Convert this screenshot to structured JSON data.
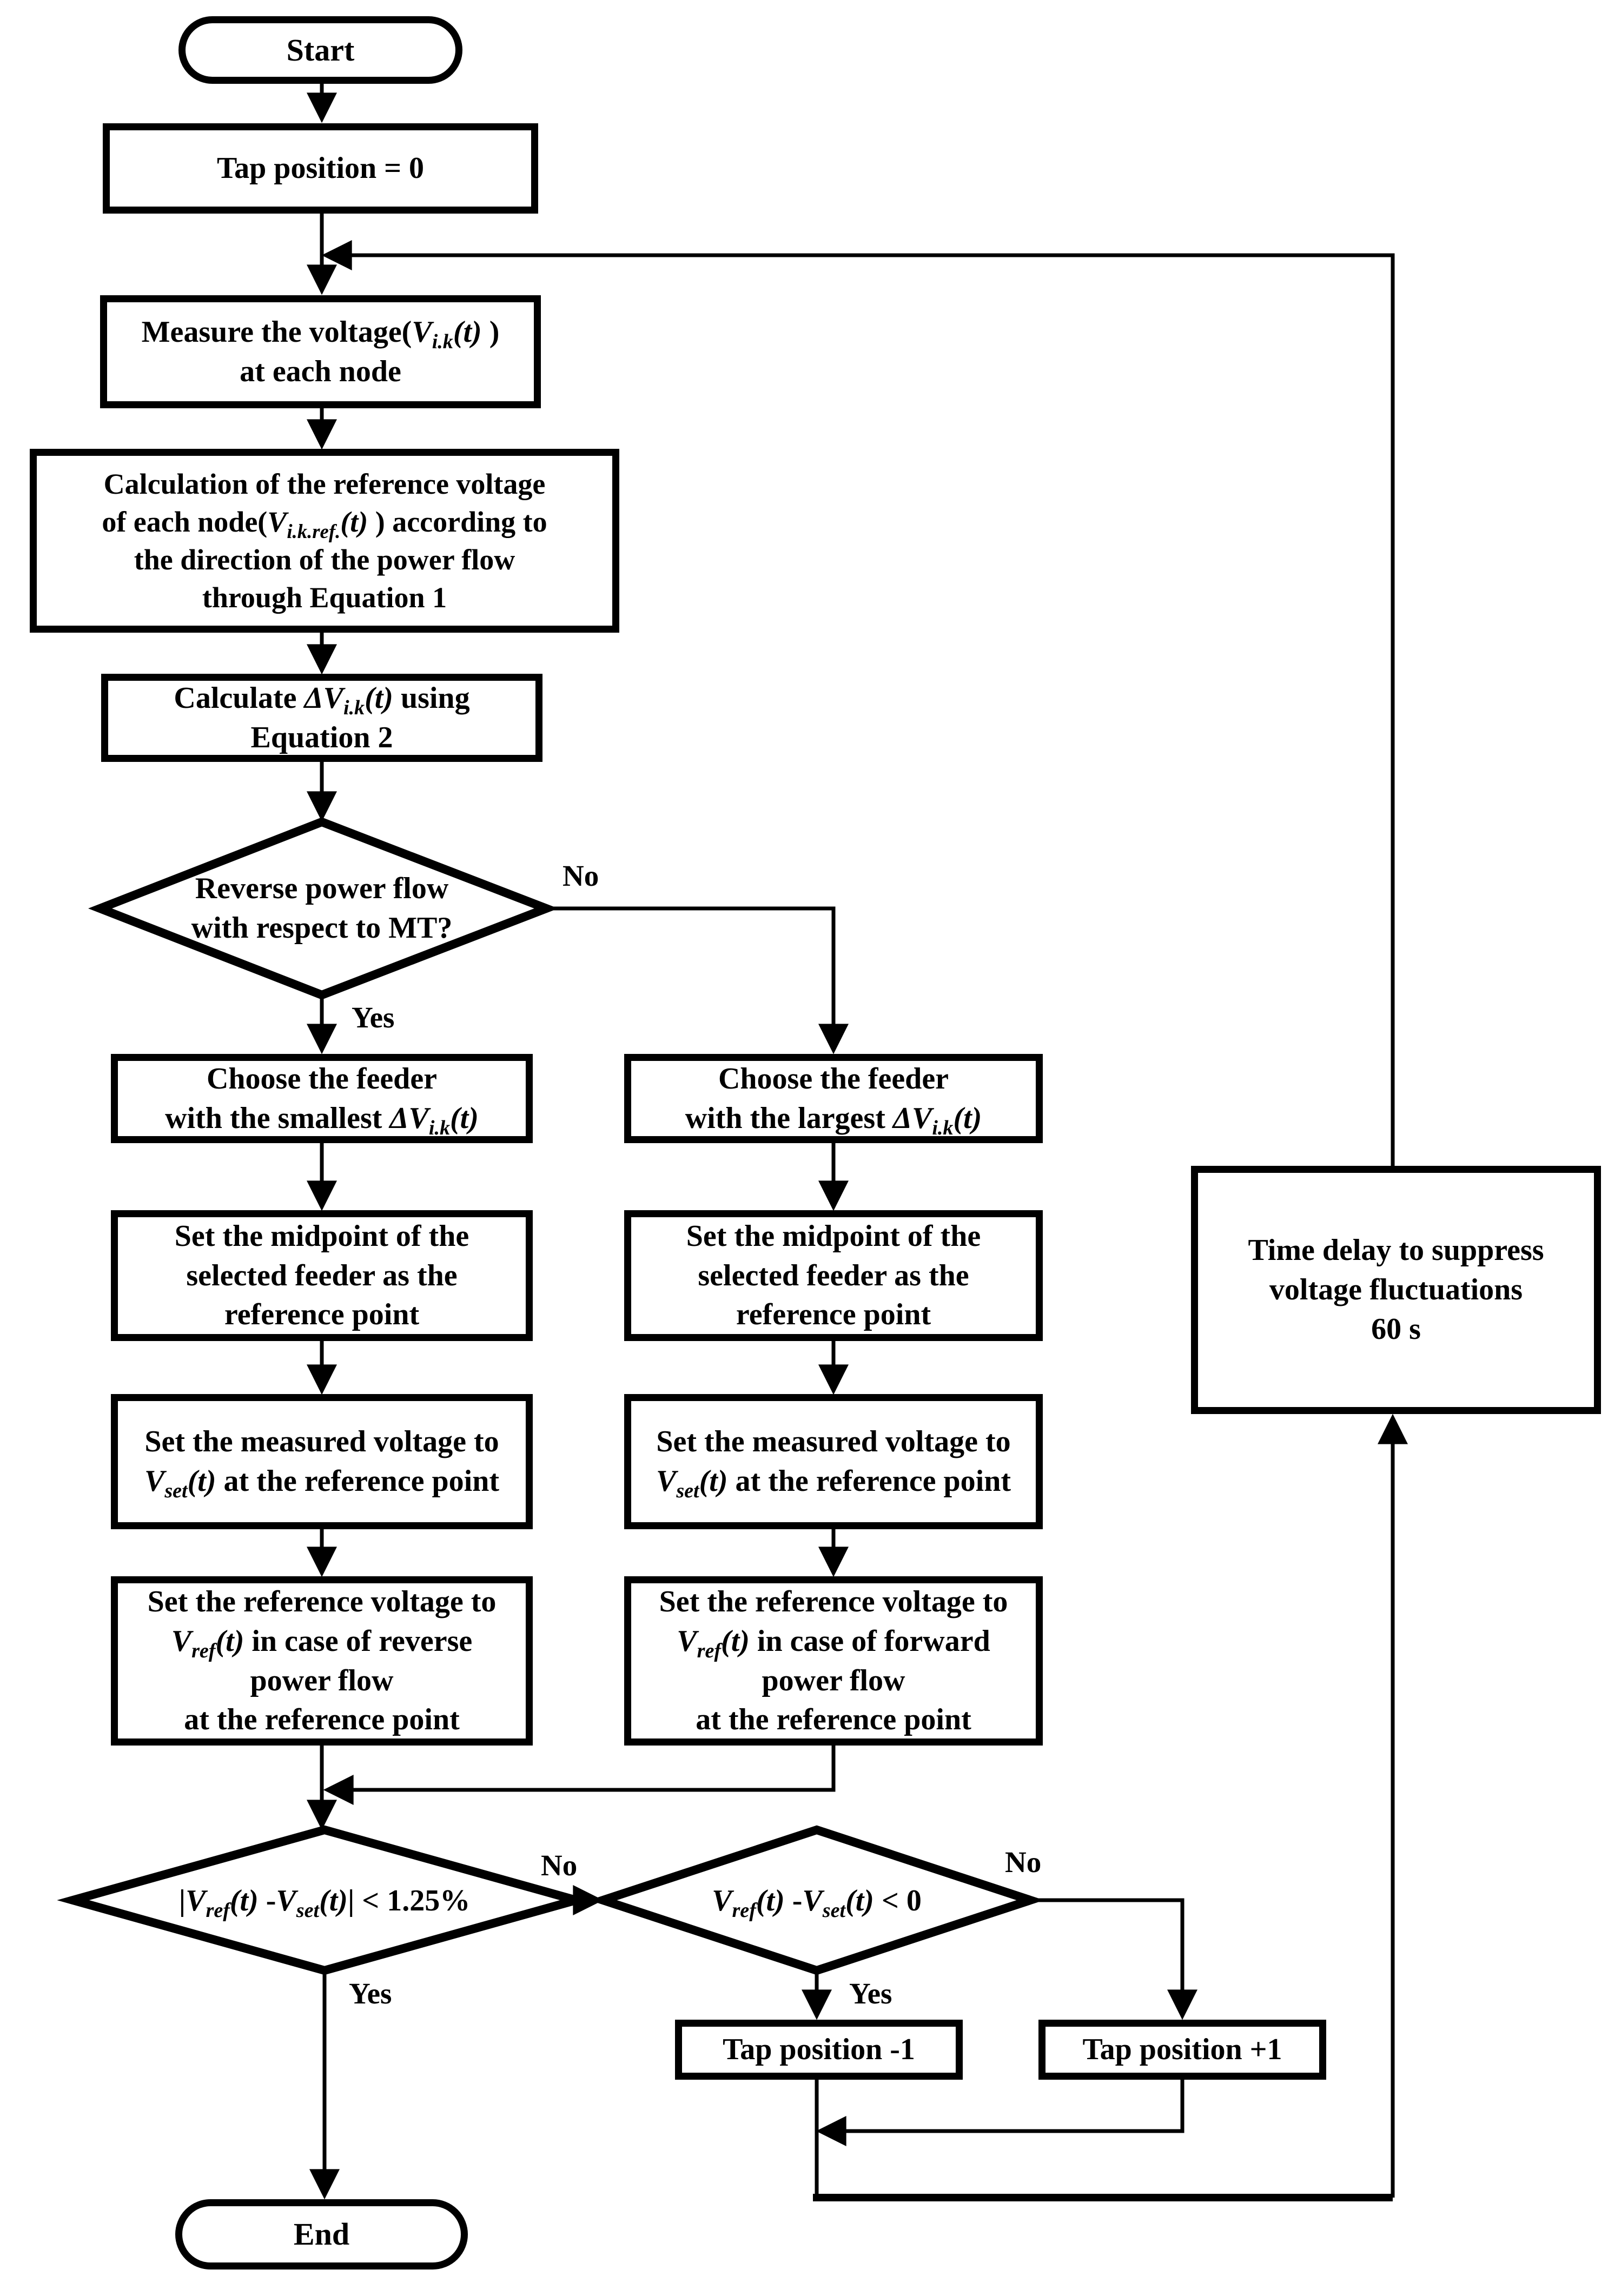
{
  "diagram": {
    "background": "#ffffff",
    "line_color": "#000000",
    "nodes": {
      "start": {
        "type": "terminator",
        "label": "Start"
      },
      "tap_zero": {
        "type": "process",
        "label": "Tap position = 0"
      },
      "measure_voltage": {
        "type": "process",
        "lines": [
          [
            [
              "Measure the voltage(",
              ""
            ],
            [
              "V",
              "i"
            ],
            [
              "i.k",
              "is"
            ],
            [
              "(t)",
              "i"
            ],
            [
              " )",
              ""
            ]
          ],
          [
            [
              "at each node",
              ""
            ]
          ]
        ]
      },
      "calc_reference": {
        "type": "process",
        "lines": [
          [
            [
              "Calculation of the reference voltage",
              ""
            ]
          ],
          [
            [
              "of each node(",
              ""
            ],
            [
              "V",
              "i"
            ],
            [
              "i.k.ref.",
              "is"
            ],
            [
              "(t)",
              "i"
            ],
            [
              " ) according to",
              ""
            ]
          ],
          [
            [
              "the direction of the power flow",
              ""
            ]
          ],
          [
            [
              "through Equation 1",
              ""
            ]
          ]
        ]
      },
      "calc_delta": {
        "type": "process",
        "lines": [
          [
            [
              "Calculate ",
              ""
            ],
            [
              "ΔV",
              "i"
            ],
            [
              "i.k",
              "is"
            ],
            [
              "(t)",
              "i"
            ],
            [
              " using",
              ""
            ]
          ],
          [
            [
              "Equation 2",
              ""
            ]
          ]
        ]
      },
      "reverse_power_decision": {
        "type": "decision",
        "lines": [
          [
            [
              "Reverse power flow",
              ""
            ]
          ],
          [
            [
              "with respect to MT?",
              ""
            ]
          ]
        ]
      },
      "choose_smallest": {
        "type": "process",
        "lines": [
          [
            [
              "Choose the feeder",
              ""
            ]
          ],
          [
            [
              "with the smallest ",
              ""
            ],
            [
              "ΔV",
              "i"
            ],
            [
              "i.k",
              "is"
            ],
            [
              "(t)",
              "i"
            ]
          ]
        ]
      },
      "choose_largest": {
        "type": "process",
        "lines": [
          [
            [
              "Choose the feeder",
              ""
            ]
          ],
          [
            [
              "with the largest ",
              ""
            ],
            [
              "ΔV",
              "i"
            ],
            [
              "i.k",
              "is"
            ],
            [
              "(t)",
              "i"
            ]
          ]
        ]
      },
      "midpoint_left": {
        "type": "process",
        "lines": [
          [
            [
              "Set the midpoint of the",
              ""
            ]
          ],
          [
            [
              "selected feeder as the",
              ""
            ]
          ],
          [
            [
              "reference point",
              ""
            ]
          ]
        ]
      },
      "midpoint_right": {
        "type": "process",
        "lines": [
          [
            [
              "Set the midpoint of the",
              ""
            ]
          ],
          [
            [
              "selected feeder as the",
              ""
            ]
          ],
          [
            [
              "reference point",
              ""
            ]
          ]
        ]
      },
      "measured_left": {
        "type": "process",
        "lines": [
          [
            [
              "Set the measured voltage to",
              ""
            ]
          ],
          [
            [
              "V",
              "i"
            ],
            [
              "set",
              "is"
            ],
            [
              "(t)",
              "i"
            ],
            [
              " at the reference point",
              ""
            ]
          ]
        ]
      },
      "measured_right": {
        "type": "process",
        "lines": [
          [
            [
              "Set the measured voltage to",
              ""
            ]
          ],
          [
            [
              "V",
              "i"
            ],
            [
              "set",
              "is"
            ],
            [
              "(t)",
              "i"
            ],
            [
              " at the reference point",
              ""
            ]
          ]
        ]
      },
      "reference_left": {
        "type": "process",
        "lines": [
          [
            [
              "Set the reference voltage to",
              ""
            ]
          ],
          [
            [
              "V",
              "i"
            ],
            [
              "ref",
              "is"
            ],
            [
              "(t)",
              "i"
            ],
            [
              "  in case of reverse",
              ""
            ]
          ],
          [
            [
              "power flow",
              ""
            ]
          ],
          [
            [
              "at the reference point",
              ""
            ]
          ]
        ]
      },
      "reference_right": {
        "type": "process",
        "lines": [
          [
            [
              "Set the reference voltage to",
              ""
            ]
          ],
          [
            [
              "V",
              "i"
            ],
            [
              "ref",
              "is"
            ],
            [
              "(t)",
              "i"
            ],
            [
              "  in case of forward",
              ""
            ]
          ],
          [
            [
              "power flow",
              ""
            ]
          ],
          [
            [
              "at the reference point",
              ""
            ]
          ]
        ]
      },
      "time_delay": {
        "type": "process",
        "lines": [
          [
            [
              "Time delay to suppress",
              ""
            ]
          ],
          [
            [
              "voltage fluctuations",
              ""
            ]
          ],
          [
            [
              "60 s",
              ""
            ]
          ]
        ]
      },
      "band_decision": {
        "type": "decision",
        "lines": [
          [
            [
              "|",
              ""
            ],
            [
              "V",
              "i"
            ],
            [
              "ref",
              "is"
            ],
            [
              "(t)",
              "i"
            ],
            [
              " -",
              ""
            ],
            [
              "V",
              "i"
            ],
            [
              "set",
              "is"
            ],
            [
              "(t)",
              "i"
            ],
            [
              "| < 1.25%",
              ""
            ]
          ]
        ]
      },
      "sign_decision": {
        "type": "decision",
        "lines": [
          [
            [
              "V",
              "i"
            ],
            [
              "ref",
              "is"
            ],
            [
              "(t)",
              "i"
            ],
            [
              " -",
              ""
            ],
            [
              "V",
              "i"
            ],
            [
              "set",
              "is"
            ],
            [
              "(t)",
              "i"
            ],
            [
              " < 0",
              ""
            ]
          ]
        ]
      },
      "tap_minus": {
        "type": "process",
        "label": "Tap position -1"
      },
      "tap_plus": {
        "type": "process",
        "label": "Tap position +1"
      },
      "end": {
        "type": "terminator",
        "label": "End"
      }
    },
    "edge_labels": {
      "reverse_no": "No",
      "reverse_yes": "Yes",
      "band_no": "No",
      "band_yes": "Yes",
      "sign_no": "No",
      "sign_yes": "Yes"
    }
  }
}
